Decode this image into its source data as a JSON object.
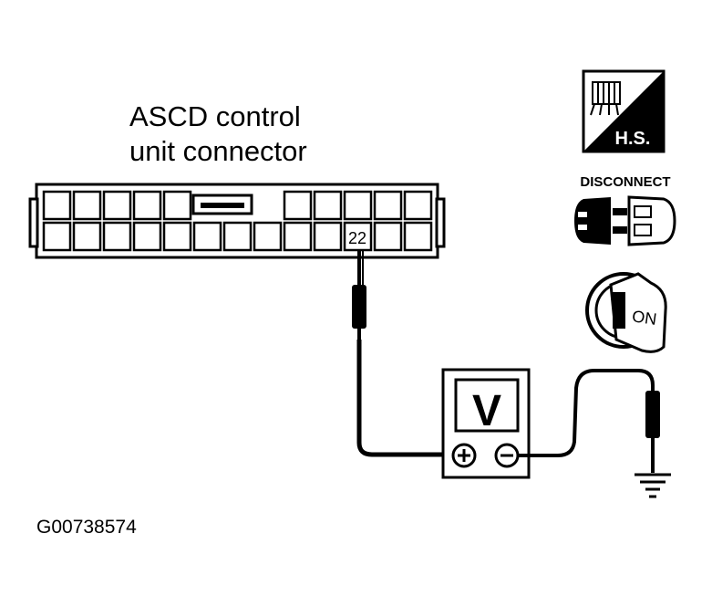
{
  "connector": {
    "label_line1": "ASCD control",
    "label_line2": "unit connector",
    "pin_number": "22"
  },
  "meter": {
    "unit_label": "V",
    "positive_symbol": "+",
    "negative_symbol": "−"
  },
  "icons": {
    "harness_side_label": "H.S.",
    "disconnect_label": "DISCONNECT",
    "ignition_label": "ON"
  },
  "figure_code": "G00738574",
  "colors": {
    "ink": "#000000",
    "paper": "#ffffff"
  }
}
